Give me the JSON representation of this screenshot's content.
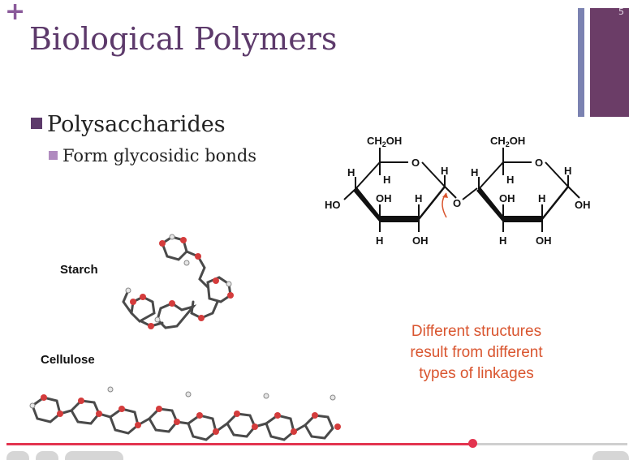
{
  "slide": {
    "plus": "+",
    "title": "Biological Polymers",
    "number": "5",
    "bullet_level1": "Polysaccharides",
    "bullet_level2": "Form glycosidic bonds",
    "label_starch": "Starch",
    "label_cellulose": "Cellulose",
    "note_lines": [
      "Different structures",
      "result from different",
      "types of linkages"
    ]
  },
  "structure": {
    "ring_left": {
      "ch2oh": "CH",
      "ch2oh_sub": "2",
      "ch2oh_tail": "OH",
      "o": "O",
      "h_c5": "H",
      "h_c4": "H",
      "h_c1": "H",
      "ho_c4": "HO",
      "oh_c3": "OH",
      "h_c2": "H",
      "h_c3": "H",
      "oh_c2": "OH"
    },
    "bridge_o": "O",
    "ring_right": {
      "ch2oh": "CH",
      "ch2oh_sub": "2",
      "ch2oh_tail": "OH",
      "o": "O",
      "h_c4": "H",
      "h_c5": "H",
      "h_c1": "H",
      "oh_c1": "OH",
      "oh_c3": "OH",
      "h_c2": "H",
      "h_c3": "H",
      "oh_c2": "OH"
    }
  },
  "playback": {
    "progress": 0.75
  },
  "colors": {
    "title": "#5d3a6b",
    "accent_thin": "#7b82b1",
    "accent_thick": "#6b3d67",
    "note": "#d9552f",
    "progress": "#e3344f"
  }
}
